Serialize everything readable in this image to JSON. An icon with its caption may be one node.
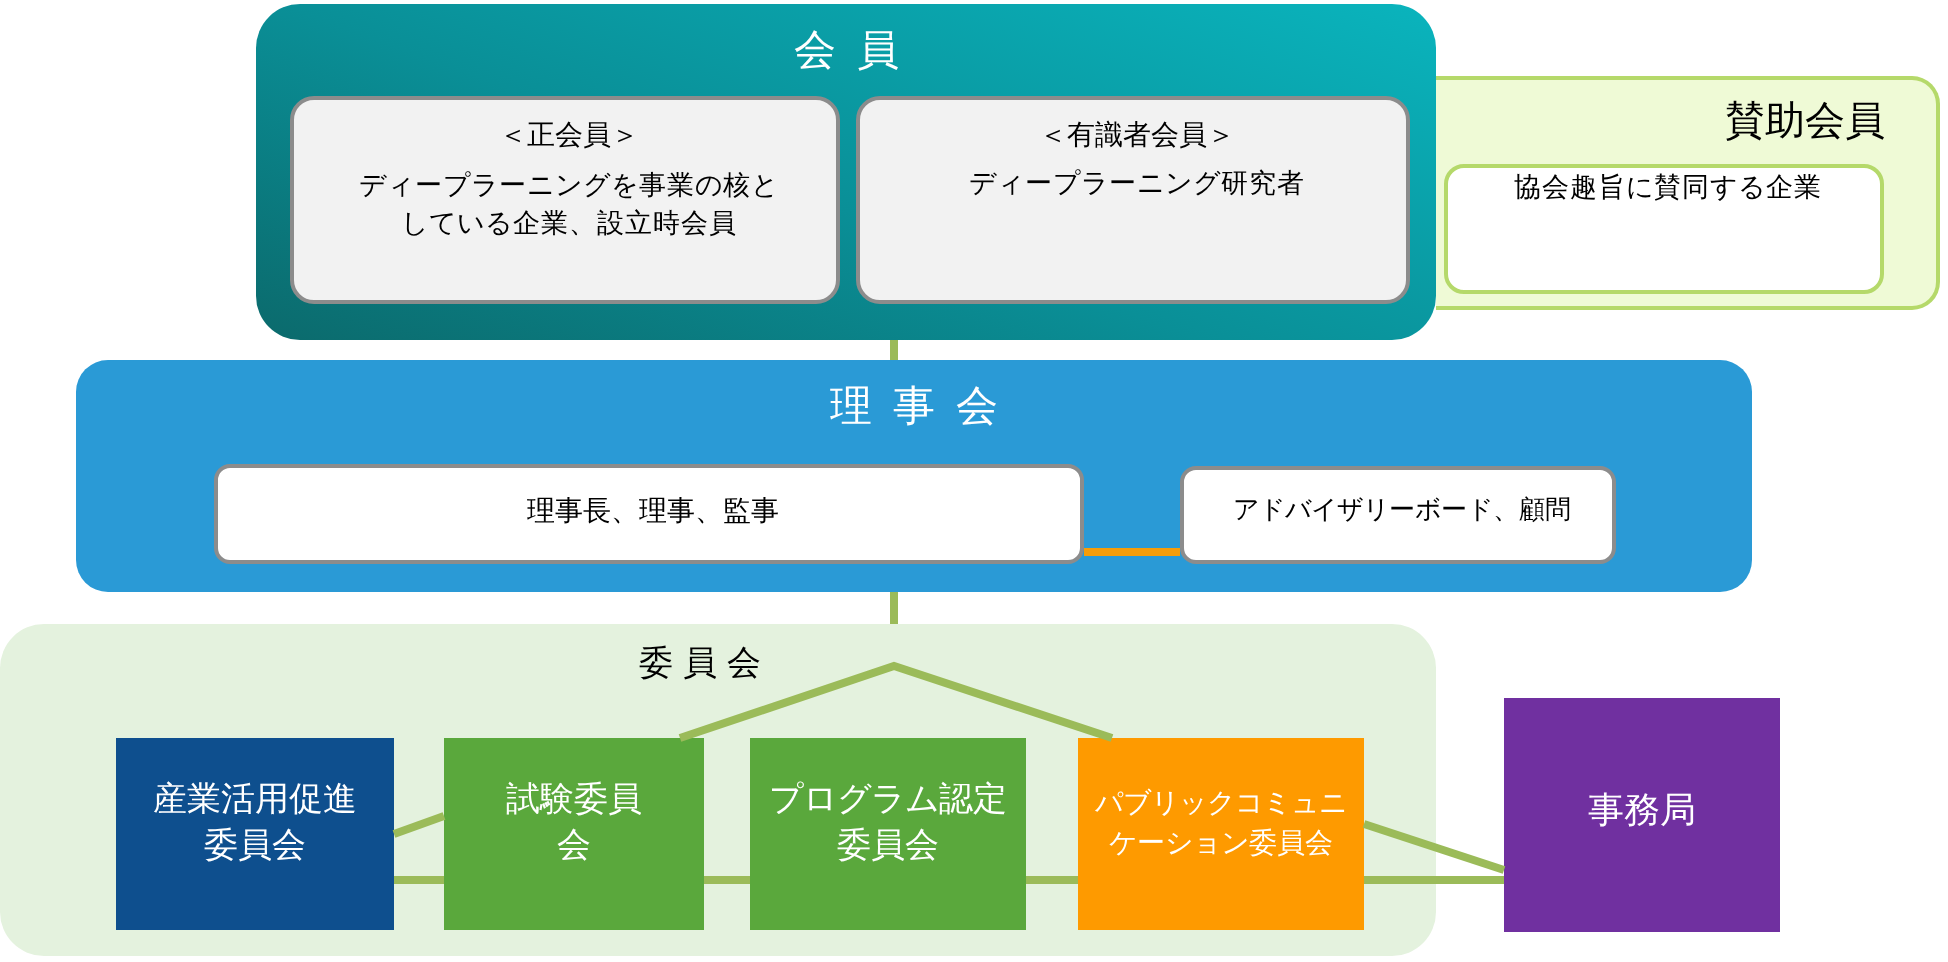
{
  "diagram": {
    "nodes": [
      {
        "text": [
          "会員"
        ]
      },
      {
        "text": [
          "＜正会員＞",
          "ディープラーニングを事業の核としている企業、設立時会員"
        ],
        "in": 0
      },
      {
        "text": [
          "＜有識者会員＞",
          "ディープラーニング研究者"
        ],
        "in": 0
      },
      {
        "text": [
          "賛助会員"
        ]
      },
      {
        "text": [
          "協会趣旨に賛同する企業"
        ],
        "in": 3
      },
      {
        "text": [
          "理事会"
        ]
      },
      {
        "text": [
          "理事長、理事、監事"
        ],
        "in": 5
      },
      {
        "text": [
          "アドバイザリーボード、顧問"
        ],
        "in": 5
      },
      {
        "text": [
          "委員会"
        ]
      },
      {
        "text": [
          "産業活用促進委員会"
        ],
        "in": 8
      },
      {
        "text": [
          "試験委員会"
        ],
        "in": 8
      },
      {
        "text": [
          "プログラム認定委員会"
        ],
        "in": 8
      },
      {
        "text": [
          "パブリックコミュニケーション委員会"
        ],
        "in": 8
      },
      {
        "text": [
          "事務局"
        ]
      }
    ],
    "edges": [
      {
        "from": 0,
        "to": 5,
        "arrow": "none"
      },
      {
        "from": 5,
        "to": 8,
        "arrow": "none"
      },
      {
        "from": 6,
        "to": 7,
        "arrow": "none",
        "color": "#f59d0a"
      },
      {
        "from": 9,
        "to": 10,
        "arrow": "none"
      },
      {
        "from": 10,
        "to": 11,
        "arrow": "none"
      },
      {
        "from": 11,
        "to": 12,
        "arrow": "none"
      },
      {
        "from": 12,
        "to": 13,
        "arrow": "none"
      },
      {
        "from": 9,
        "to": 10,
        "arrow": "none"
      },
      {
        "from": 10,
        "to": 12,
        "arrow": "none"
      },
      {
        "from": 12,
        "to": 13,
        "arrow": "none"
      }
    ]
  }
}
